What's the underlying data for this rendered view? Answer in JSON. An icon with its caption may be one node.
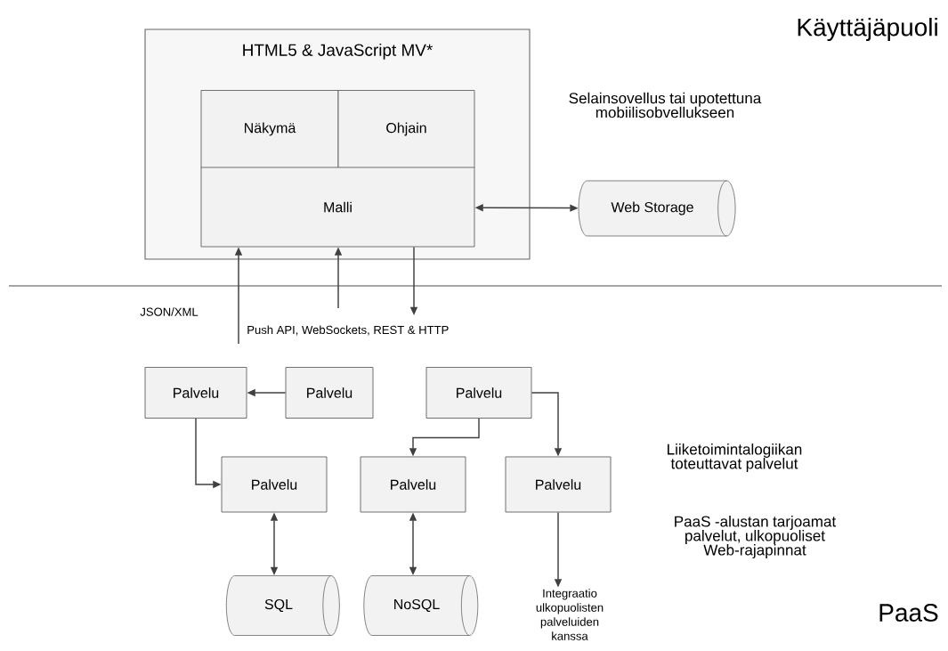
{
  "diagram": {
    "nodes": [
      {
        "text": [
          "HTML5 & JavaScript MV*"
        ]
      },
      {
        "text": [
          "Näkymä"
        ],
        "in": 0
      },
      {
        "text": [
          "Ohjain"
        ],
        "in": 0
      },
      {
        "text": [
          "Malli"
        ],
        "in": 0
      },
      {
        "text": [
          "Web Storage"
        ]
      },
      {
        "text": [
          "Palvelu"
        ]
      },
      {
        "text": [
          "Palvelu"
        ]
      },
      {
        "text": [
          "Palvelu"
        ]
      },
      {
        "text": [
          "Palvelu"
        ]
      },
      {
        "text": [
          "Palvelu"
        ]
      },
      {
        "text": [
          "Palvelu"
        ]
      },
      {
        "text": [
          "SQL"
        ]
      },
      {
        "text": [
          "NoSQL"
        ]
      },
      {
        "text": [
          "Integraatio ulkopuolisten palveluiden kanssa"
        ]
      }
    ],
    "edges": [
      {
        "from": 3,
        "to": 4,
        "arrow": "both"
      },
      {
        "from": null,
        "to": 3,
        "arrow": "to"
      },
      {
        "from": null,
        "to": 3,
        "arrow": "to"
      },
      {
        "from": 3,
        "to": null,
        "arrow": "to"
      },
      {
        "from": 6,
        "to": 5,
        "arrow": "to"
      },
      {
        "from": 5,
        "to": 8,
        "arrow": "to"
      },
      {
        "from": 7,
        "to": 9,
        "arrow": "to"
      },
      {
        "from": 7,
        "to": 10,
        "arrow": "to"
      },
      {
        "from": 8,
        "to": 11,
        "arrow": "both"
      },
      {
        "from": 9,
        "to": 12,
        "arrow": "both"
      },
      {
        "from": 10,
        "to": 13,
        "arrow": "to"
      }
    ],
    "labels": [
      "Käyttäjäpuoli",
      "Selainsovellus tai upotettuna mobiilisobvellukseen",
      "JSON/XML",
      "Push API, WebSockets, REST & HTTP",
      "Liiketoimintalogiikan toteuttavat palvelut",
      "PaaS -alustan tarjoamat palvelut, ulkopuoliset Web-rajapinnat",
      "PaaS"
    ]
  }
}
